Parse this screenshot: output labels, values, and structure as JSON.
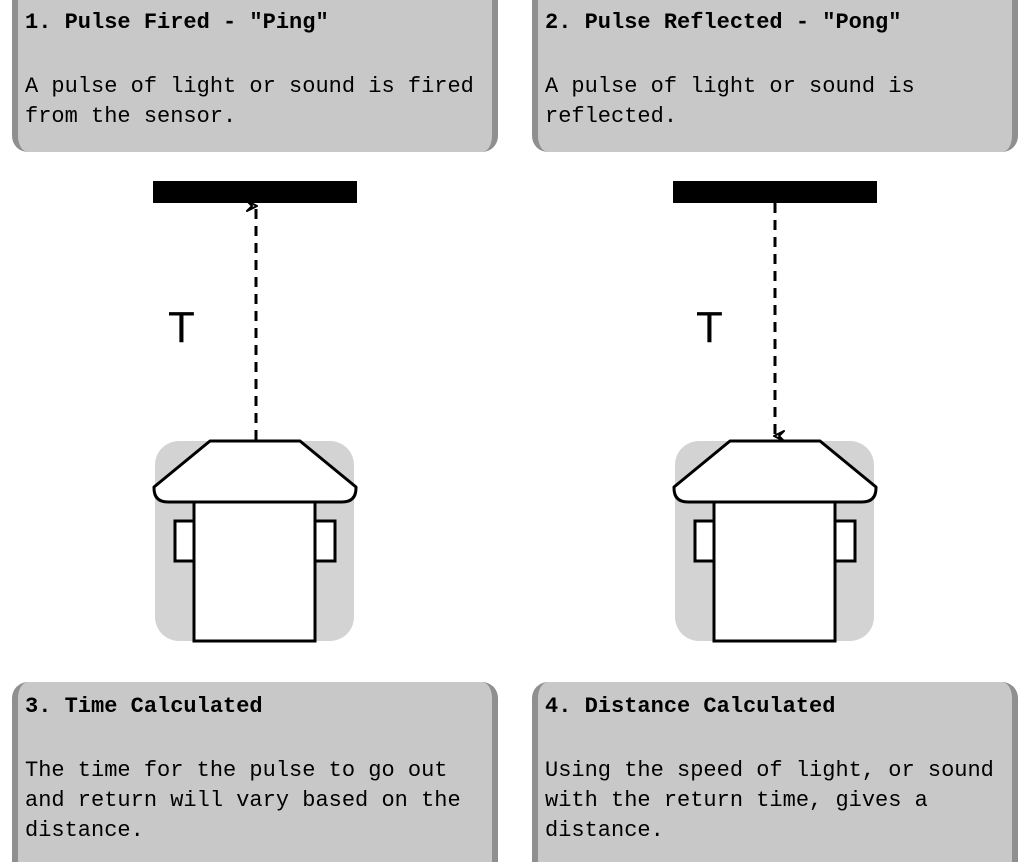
{
  "steps": [
    {
      "title": "1. Pulse Fired - \"Ping\"",
      "body": "A pulse of light or sound is fired from the sensor."
    },
    {
      "title": "2. Pulse Reflected - \"Pong\"",
      "body": "A pulse of light or sound is reflected."
    },
    {
      "title": "3. Time Calculated",
      "body": "The time for the pulse to go out and return will vary based on the distance."
    },
    {
      "title": "4. Distance Calculated",
      "body": "Using the speed of light, or sound with the return time, gives a distance."
    }
  ],
  "diagrams": {
    "left_label": "T",
    "right_label": "T"
  },
  "colors": {
    "card_fill": "#c8c8c8",
    "card_edge": "#8f8f8f",
    "robot_pad": "#d3d3d3",
    "line": "#000000"
  }
}
